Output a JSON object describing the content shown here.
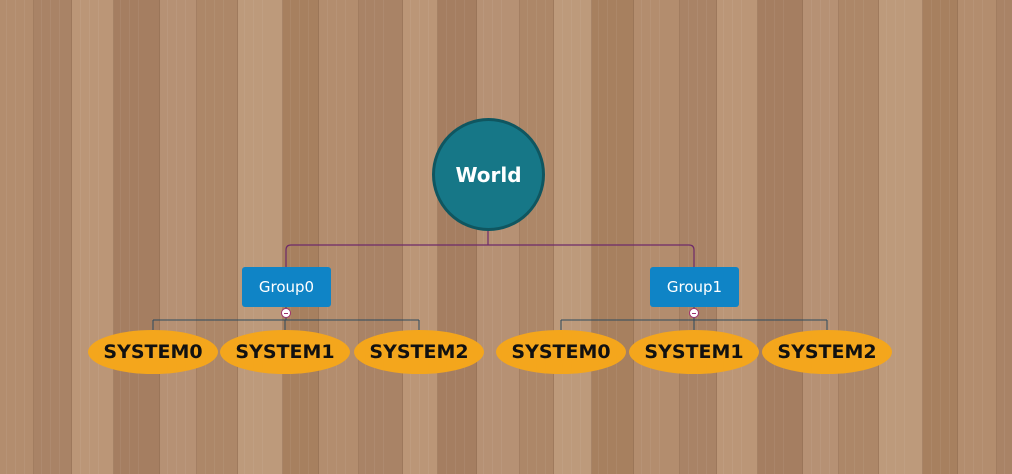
{
  "diagram": {
    "root": {
      "label": "World"
    },
    "groups": [
      {
        "label": "Group0",
        "systems": [
          "SYSTEM0",
          "SYSTEM1",
          "SYSTEM2"
        ]
      },
      {
        "label": "Group1",
        "systems": [
          "SYSTEM0",
          "SYSTEM1",
          "SYSTEM2"
        ]
      }
    ]
  },
  "colors": {
    "root_fill": "#167787",
    "group_fill": "#0f84c6",
    "system_fill": "#f4a61c",
    "root_connector": "#6e2a6a",
    "group_connector": "#2c4a5e",
    "background": "#b08a6c"
  }
}
